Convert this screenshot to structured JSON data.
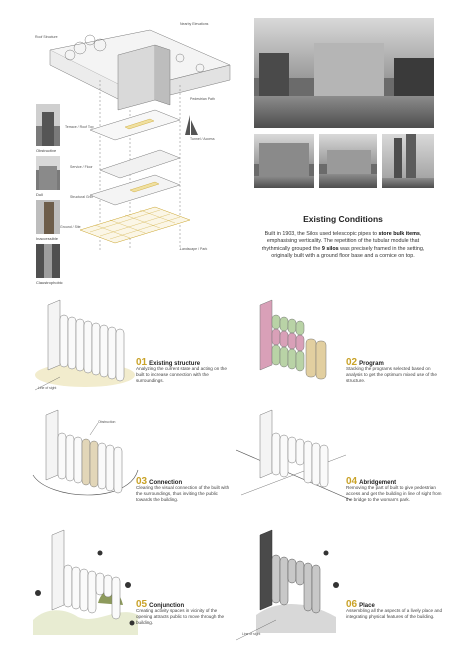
{
  "exploded_labels": {
    "roof": "Roof Structure",
    "facade": "Nearby Elevations",
    "top": "Terrace / Roof Top",
    "pedestrian": "Pedestrian Path",
    "tunnel": "Tunnel / Access",
    "sub1": "Service / Floor",
    "sub2": "Structural Grid",
    "sub3": "Ground / Site",
    "park": "Landscape / Park"
  },
  "thumbnails": [
    {
      "label": "Obstructive"
    },
    {
      "label": "Dull"
    },
    {
      "label": "Inaccessible"
    },
    {
      "label": "Claustrophobic"
    }
  ],
  "existing_conditions": {
    "title": "Existing Conditions",
    "text_1": "Built in 1903, the Silos used telescopic pipes to ",
    "bold_1": "store bulk items",
    "text_2": ", emphasising verticality. The repetition of the tubular module that rhythmically grouped the ",
    "bold_2": "9 silos",
    "text_3": " was precisely framed in the setting, originally built with a ground floor base and a cornice on top."
  },
  "steps": [
    {
      "num": "01",
      "title": "Existing structure",
      "desc": "Analyzing the current state and acting on the built to increase connection with the surroundings.",
      "tag": "Line of sight"
    },
    {
      "num": "02",
      "title": "Program",
      "desc": "Stacking the programs selected based on analysis to get the optimum mixed use of the structure.",
      "tag": ""
    },
    {
      "num": "03",
      "title": "Connection",
      "desc": "Clearing the visual connection of the built with the surroundings, thus inviting the public towards the building.",
      "tag": "Obstruction"
    },
    {
      "num": "04",
      "title": "Abridgement",
      "desc": "Removing the part of built to give pedestrian access and get the building in line of sight from the bridge to the woman's park.",
      "tag": ""
    },
    {
      "num": "05",
      "title": "Conjunction",
      "desc": "Creating activity spaces in vicinity of the opening attracts public to move through the building.",
      "tag": ""
    },
    {
      "num": "06",
      "title": "Place",
      "desc": "Assembling all the aspects of a lively place and integrating physical features of the building.",
      "tag": "Line of sight"
    }
  ],
  "colors": {
    "accent": "#c9a227",
    "program_green": "#b9d3a6",
    "program_pink": "#d9a0b8",
    "program_tan": "#e2cfa0",
    "line": "#6f6f6f"
  }
}
